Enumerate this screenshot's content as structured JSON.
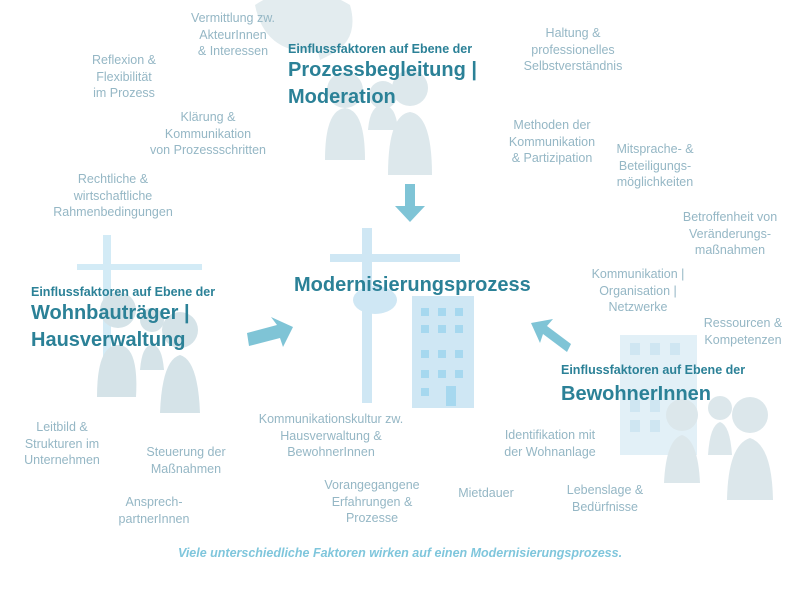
{
  "colors": {
    "heading": "#2b8197",
    "factor": "#95b7c5",
    "arrow": "#7fc4d6",
    "people": "#d5e3e8",
    "building": "#cfe7f4",
    "caption": "#7fc6dc"
  },
  "center_title": "Modernisierungsprozess",
  "groups": {
    "process": {
      "sub": "Einflussfaktoren auf Ebene der",
      "title_lines": [
        "Prozessbegleitung |",
        "Moderation"
      ]
    },
    "housing": {
      "sub": "Einflussfaktoren auf Ebene der",
      "title_lines": [
        "Wohnbauträger |",
        "Hausverwaltung"
      ]
    },
    "residents": {
      "sub": "Einflussfaktoren auf Ebene der",
      "title_lines": [
        "BewohnerInnen"
      ]
    }
  },
  "factors": [
    {
      "lines": [
        "Vermittlung zw.",
        "AkteurInnen",
        "& Interessen"
      ]
    },
    {
      "lines": [
        "Reflexion &",
        "Flexibilität",
        "im Prozess"
      ]
    },
    {
      "lines": [
        "Klärung &",
        "Kommunikation",
        "von Prozessschritten"
      ]
    },
    {
      "lines": [
        "Rechtliche &",
        "wirtschaftliche",
        "Rahmenbedingungen"
      ]
    },
    {
      "lines": [
        "Haltung &",
        "professionelles",
        "Selbstverständnis"
      ]
    },
    {
      "lines": [
        "Methoden der",
        "Kommunikation",
        "& Partizipation"
      ]
    },
    {
      "lines": [
        "Mitsprache- &",
        "Beteiligungs-",
        "möglichkeiten"
      ]
    },
    {
      "lines": [
        "Betroffenheit von",
        "Veränderungs-",
        "maßnahmen"
      ]
    },
    {
      "lines": [
        "Kommunikation |",
        "Organisation |",
        "Netzwerke"
      ]
    },
    {
      "lines": [
        "Ressourcen &",
        "Kompetenzen"
      ]
    },
    {
      "lines": [
        "Leitbild &",
        "Strukturen im",
        "Unternehmen"
      ]
    },
    {
      "lines": [
        "Steuerung der",
        "Maßnahmen"
      ]
    },
    {
      "lines": [
        "Ansprech-",
        "partnerInnen"
      ]
    },
    {
      "lines": [
        "Kommunikationskultur zw.",
        "Hausverwaltung &",
        "BewohnerInnen"
      ]
    },
    {
      "lines": [
        "Vorangegangene",
        "Erfahrungen &",
        "Prozesse"
      ]
    },
    {
      "lines": [
        "Mietdauer"
      ]
    },
    {
      "lines": [
        "Identifikation mit",
        "der Wohnanlage"
      ]
    },
    {
      "lines": [
        "Lebenslage &",
        "Bedürfnisse"
      ]
    }
  ],
  "caption": "Viele unterschiedliche Faktoren wirken auf einen Modernisierungsprozess."
}
